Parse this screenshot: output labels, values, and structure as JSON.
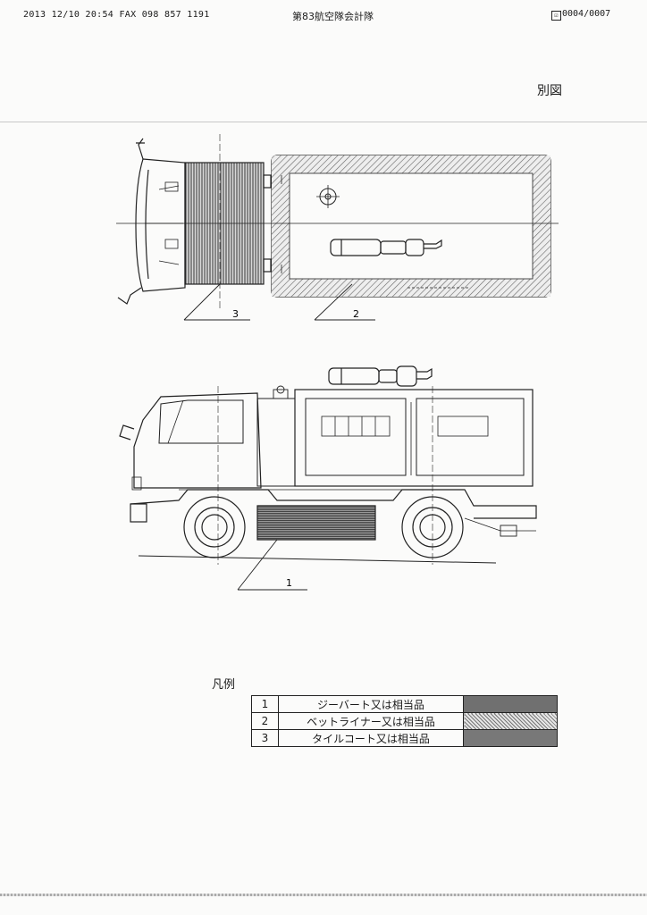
{
  "fax_header": {
    "left": "2013 12/10 20:54 FAX  098 857 1191",
    "center": "第83航空隊会計隊",
    "right_icon": "fax-page-box-icon",
    "right": "0004/0007"
  },
  "attachment_label": "別図",
  "drawing": {
    "top_view_callouts": [
      "3",
      "2"
    ],
    "side_view_callouts": [
      "1"
    ]
  },
  "legend": {
    "title": "凡例",
    "rows": [
      {
        "num": "1",
        "name": "ジーバート又は相当品",
        "pattern": "dense-horizontal-hatch"
      },
      {
        "num": "2",
        "name": "ベットライナー又は相当品",
        "pattern": "diagonal-hatch"
      },
      {
        "num": "3",
        "name": "タイルコート又は相当品",
        "pattern": "vertical-hatch"
      }
    ]
  }
}
